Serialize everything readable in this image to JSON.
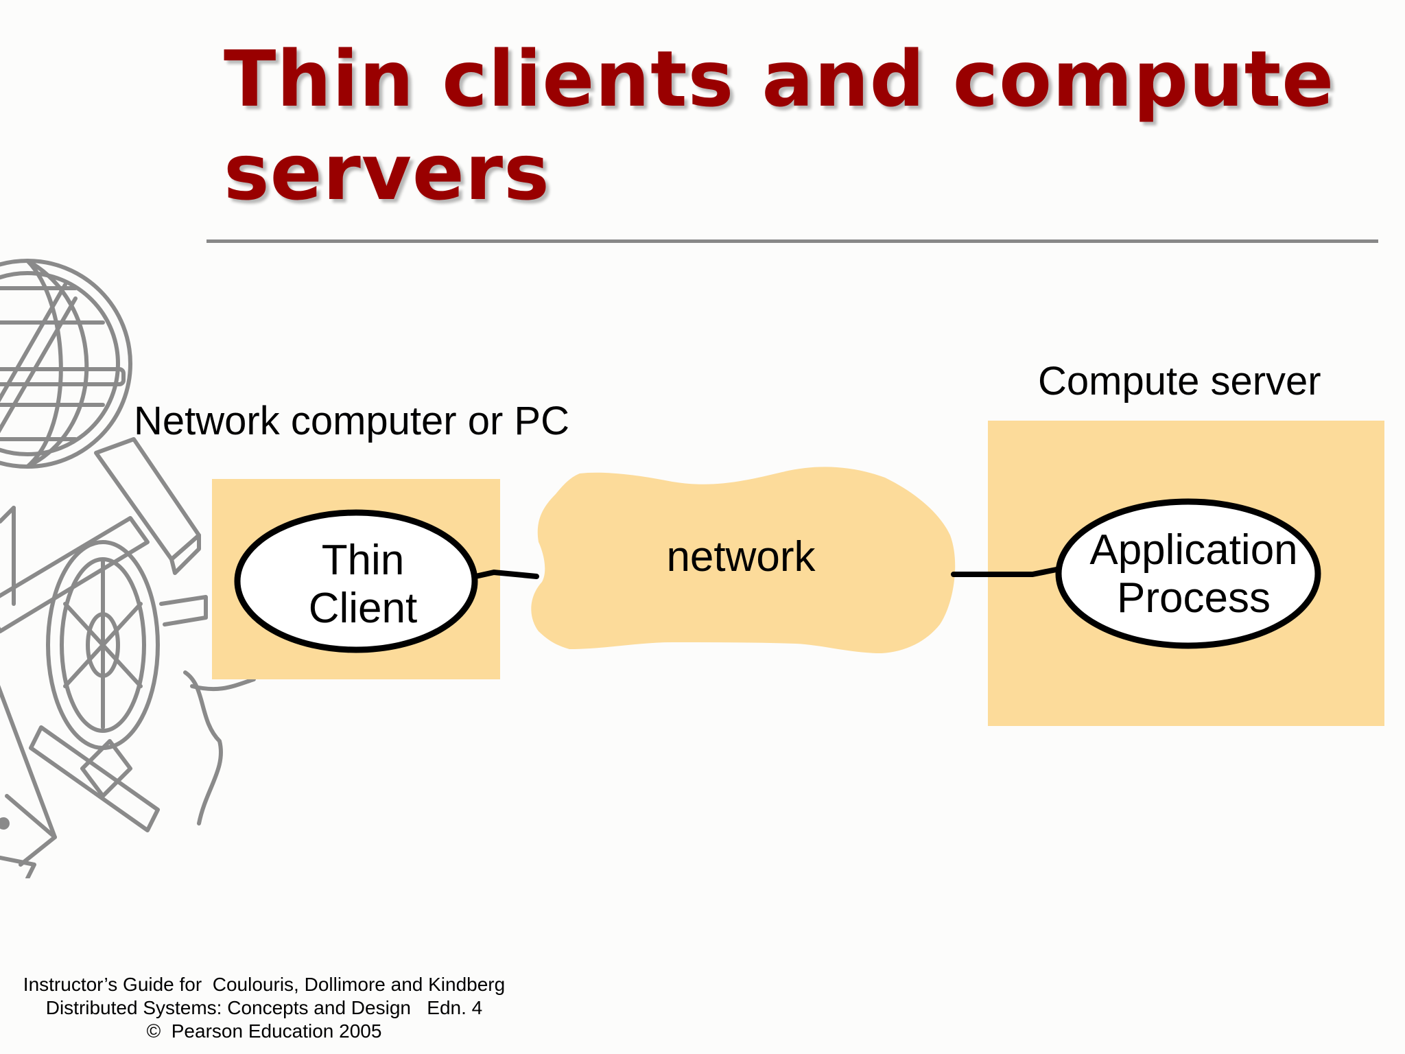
{
  "slide": {
    "title_line1": "Thin clients and compute",
    "title_line2": "servers"
  },
  "diagram": {
    "client_machine_label": "Network computer or PC",
    "server_machine_label": "Compute server",
    "thin_client_line1": "Thin",
    "thin_client_line2": "Client",
    "network_label": "network",
    "app_process_line1": "Application",
    "app_process_line2": "Process"
  },
  "footer": {
    "line1": "Instructor’s Guide for  Coulouris, Dollimore and Kindberg",
    "line2": "Distributed Systems: Concepts and Design   Edn. 4",
    "line3": "©  Pearson Education 2005"
  },
  "colors": {
    "title": "#990000",
    "box_fill": "#fcdb9a",
    "rule": "#888888",
    "logo_stroke": "#8a8a8a"
  },
  "icons": {
    "logo": "globe-hammer-compass-logo-icon"
  }
}
